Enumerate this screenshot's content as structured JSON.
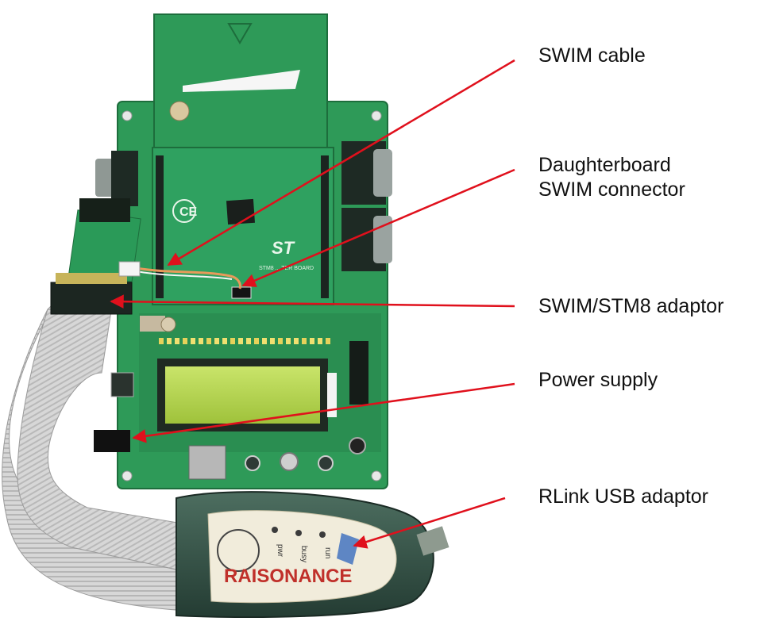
{
  "callouts": {
    "swim_cable": {
      "lines": [
        "SWIM cable"
      ]
    },
    "daughterboard_connector": {
      "lines": [
        "Daughterboard",
        "SWIM connector"
      ]
    },
    "swim_stm8_adaptor": {
      "lines": [
        "SWIM/STM8 adaptor"
      ]
    },
    "power_supply": {
      "lines": [
        "Power supply"
      ]
    },
    "rlink_usb_adaptor": {
      "lines": [
        "RLink USB adaptor"
      ]
    }
  },
  "board_markings": {
    "st_logo": "ST",
    "ce_mark": "CE",
    "daughter_board_label": "STM8 ... TER BOARD",
    "rlink_led_labels": [
      "pwr",
      "busy",
      "run"
    ],
    "brand": "RAISONANCE"
  },
  "colors": {
    "arrow": "#e0101c",
    "pcb_green": "#2f9a58",
    "pcb_dark": "#1f7a43",
    "lcd": "#b7d84a",
    "ribbon": "#cfcfcf",
    "rlink_body": "#3a5a4e",
    "rlink_face": "#f1ecdb",
    "brand_red": "#c0302a"
  }
}
